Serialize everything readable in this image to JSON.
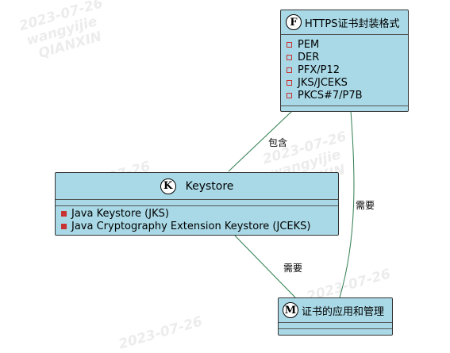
{
  "watermark": {
    "lines": [
      "2023-07-26",
      "wangyijie",
      "QIANXIN"
    ]
  },
  "diagram": {
    "classes": {
      "formats": {
        "stereotype": "F",
        "title": "HTTPS证书封装格式",
        "attributes": [
          "PEM",
          "DER",
          "PFX/P12",
          "JKS/JCEKS",
          "PKCS#7/P7B"
        ]
      },
      "keystore": {
        "stereotype": "K",
        "title": "Keystore",
        "attributes": [
          "Java Keystore (JKS)",
          "Java Cryptography Extension Keystore (JCEKS)"
        ]
      },
      "management": {
        "stereotype": "M",
        "title": "证书的应用和管理",
        "attributes": []
      }
    },
    "edges": [
      {
        "from": "formats",
        "to": "keystore",
        "label": "包含"
      },
      {
        "from": "formats",
        "to": "management",
        "label": "需要"
      },
      {
        "from": "keystore",
        "to": "management",
        "label": "需要"
      }
    ],
    "colors": {
      "class_fill": "#a9d9e6",
      "edge": "#2e7d4f",
      "attribute_marker": "#c83232"
    }
  }
}
